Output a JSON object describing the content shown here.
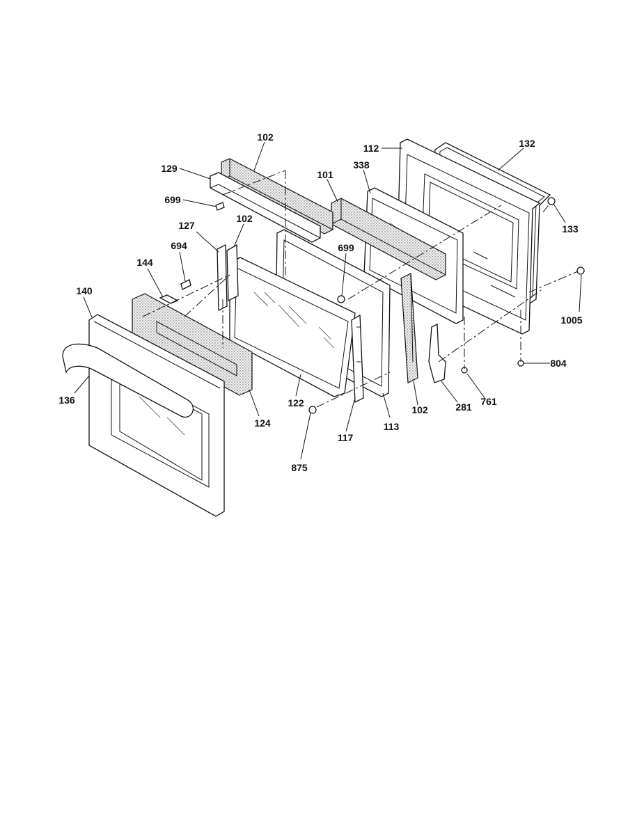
{
  "diagram": {
    "callouts": [
      {
        "id": "c102a",
        "text": "102"
      },
      {
        "id": "c129",
        "text": "129"
      },
      {
        "id": "c699a",
        "text": "699"
      },
      {
        "id": "c101",
        "text": "101"
      },
      {
        "id": "c338",
        "text": "338"
      },
      {
        "id": "c112",
        "text": "112"
      },
      {
        "id": "c132",
        "text": "132"
      },
      {
        "id": "c133",
        "text": "133"
      },
      {
        "id": "c127",
        "text": "127"
      },
      {
        "id": "c102b",
        "text": "102"
      },
      {
        "id": "c694",
        "text": "694"
      },
      {
        "id": "c699b",
        "text": "699"
      },
      {
        "id": "c144",
        "text": "144"
      },
      {
        "id": "c140",
        "text": "140"
      },
      {
        "id": "c1005",
        "text": "1005"
      },
      {
        "id": "c804",
        "text": "804"
      },
      {
        "id": "c136",
        "text": "136"
      },
      {
        "id": "c124",
        "text": "124"
      },
      {
        "id": "c122",
        "text": "122"
      },
      {
        "id": "c113",
        "text": "113"
      },
      {
        "id": "c102c",
        "text": "102"
      },
      {
        "id": "c281",
        "text": "281"
      },
      {
        "id": "c761",
        "text": "761"
      },
      {
        "id": "c117",
        "text": "117"
      },
      {
        "id": "c875",
        "text": "875"
      }
    ]
  }
}
